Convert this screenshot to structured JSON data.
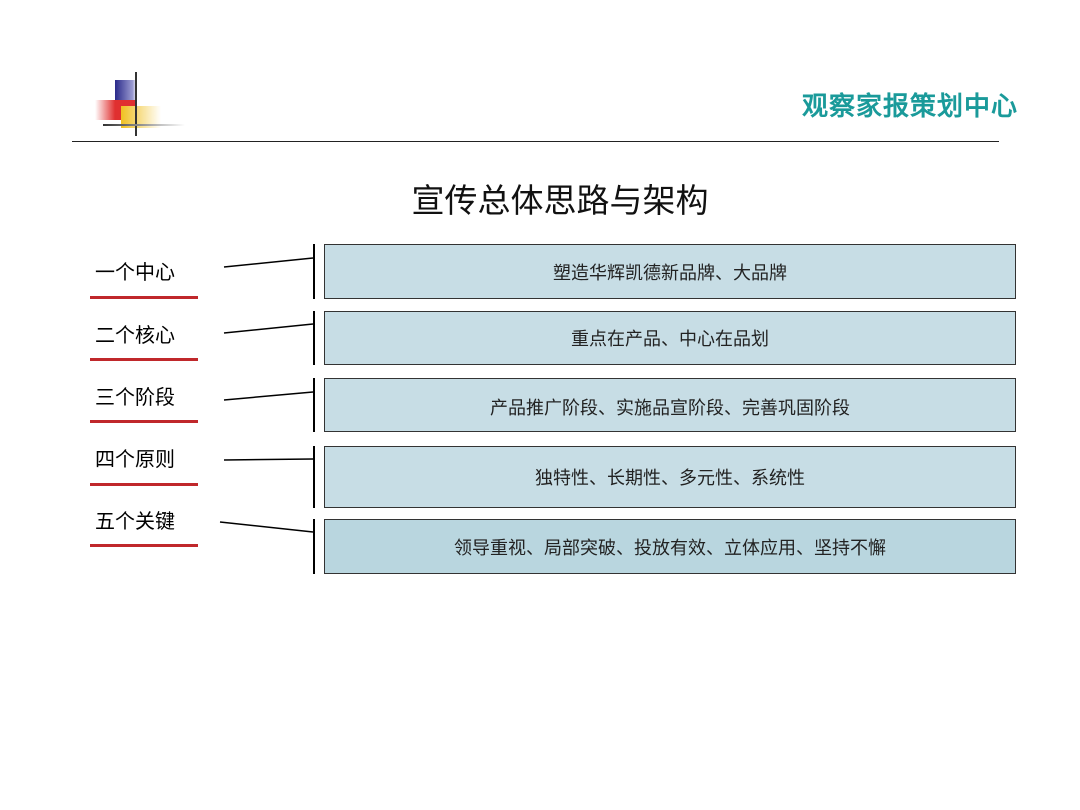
{
  "header": {
    "organization": "观察家报策划中心"
  },
  "title": "宣传总体思路与架构",
  "rows": [
    {
      "label": "一个中心",
      "content": "塑造华辉凯德新品牌、大品牌"
    },
    {
      "label": "二个核心",
      "content": "重点在产品、中心在品划"
    },
    {
      "label": "三个阶段",
      "content": "产品推广阶段、实施品宣阶段、完善巩固阶段"
    },
    {
      "label": "四个原则",
      "content": "独特性、长期性、多元性、系统性"
    },
    {
      "label": "五个关键",
      "content": "领导重视、局部突破、投放有效、立体应用、坚持不懈"
    }
  ],
  "colors": {
    "accent": "#1a9a9a",
    "underline": "#c0282b",
    "box": "#c7dde5"
  }
}
